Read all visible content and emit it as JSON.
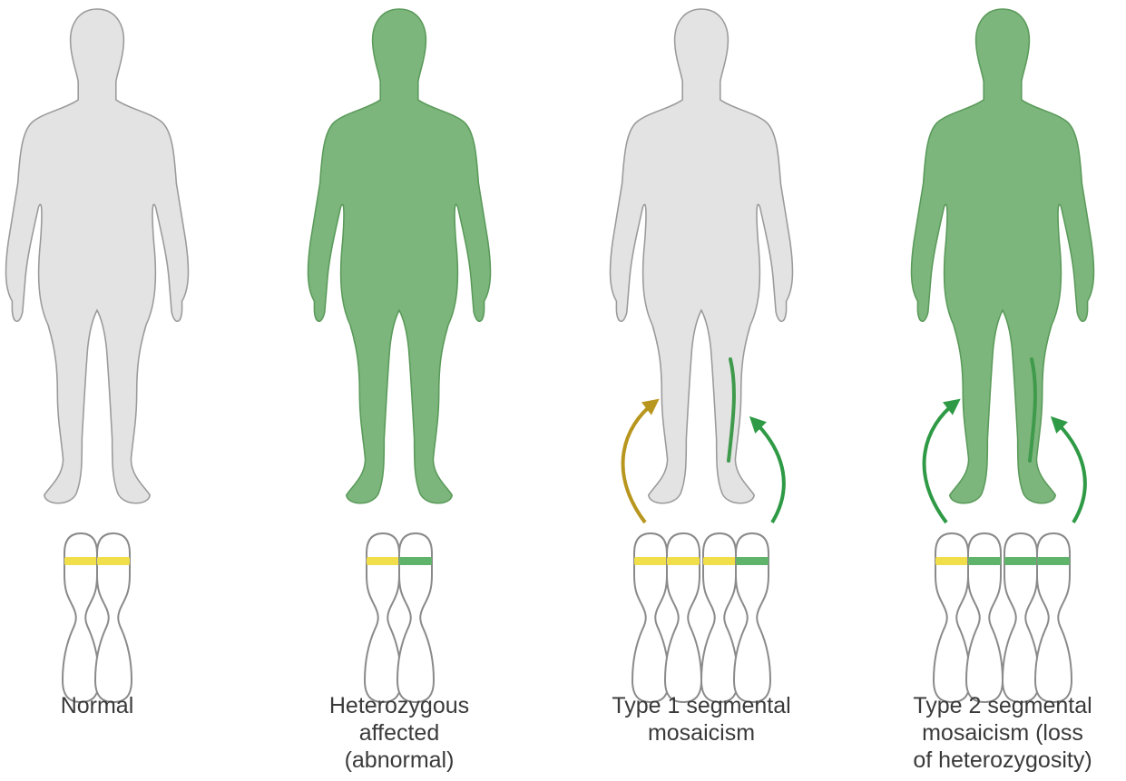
{
  "colors": {
    "skin_normal": "#e3e3e3",
    "skin_affected": "#7db67d",
    "outline_normal": "#9a9a9a",
    "outline_affected": "#5a9a5a",
    "band_normal": "#f0de4a",
    "band_mutant": "#5fb36a",
    "arrow_normal": "#b8961e",
    "arrow_mutant": "#2f9a45",
    "chromosome_outline": "#8a8a8a",
    "text": "#3a3a3a"
  },
  "panels": [
    {
      "id": "normal",
      "caption": [
        "Normal"
      ],
      "body_state": "unaffected",
      "segment": false,
      "chromosome_pairs": [
        [
          "normal",
          "normal"
        ]
      ]
    },
    {
      "id": "heterozygous",
      "caption": [
        "Heterozygous",
        "affected",
        "(abnormal)"
      ],
      "body_state": "affected",
      "segment": false,
      "chromosome_pairs": [
        [
          "normal",
          "mutant"
        ]
      ]
    },
    {
      "id": "type1",
      "caption": [
        "Type 1 segmental",
        "mosaicism"
      ],
      "body_state": "unaffected",
      "segment": true,
      "chromosome_pairs": [
        [
          "normal",
          "normal"
        ],
        [
          "normal",
          "mutant"
        ]
      ],
      "arrows": [
        "normal",
        "mutant"
      ]
    },
    {
      "id": "type2",
      "caption": [
        "Type 2 segmental",
        "mosaicism (loss",
        "of heterozygosity)"
      ],
      "body_state": "affected",
      "segment": true,
      "chromosome_pairs": [
        [
          "normal",
          "mutant"
        ],
        [
          "mutant",
          "mutant"
        ]
      ],
      "arrows": [
        "mutant",
        "mutant"
      ]
    }
  ]
}
